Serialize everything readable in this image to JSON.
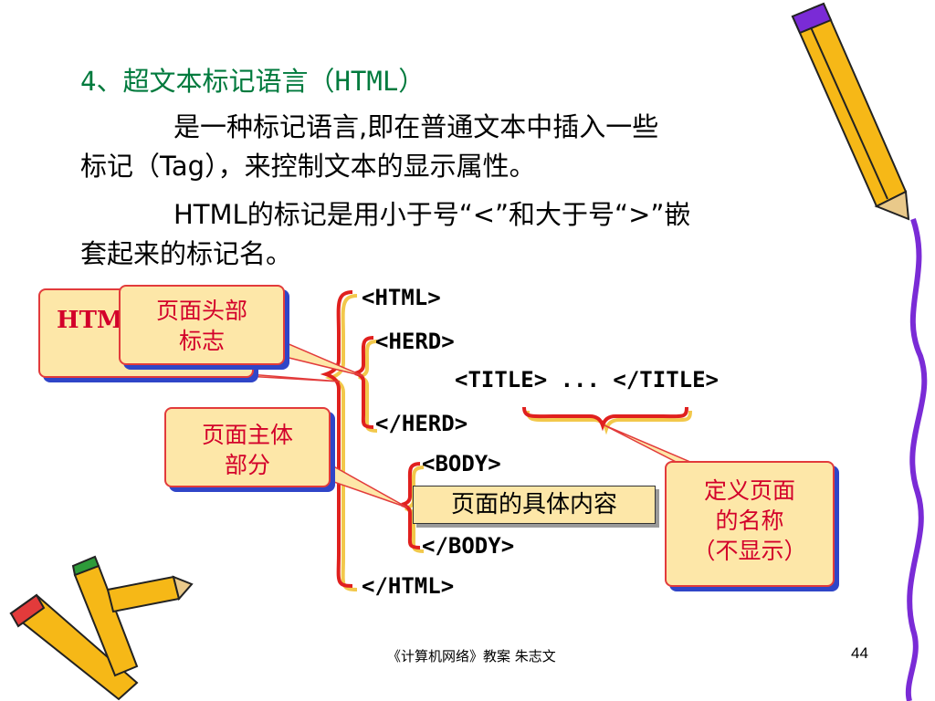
{
  "heading": "4、超文本标记语言（HTML）",
  "paragraph1": {
    "line1": "是一种标记语言,即在普通文本中插入一些",
    "line2": "标记（Tag），来控制文本的显示属性。"
  },
  "paragraph2": {
    "line1": "HTML的标记是用小于号“<”和大于号“>”嵌",
    "line2": "套起来的标记名。"
  },
  "code": {
    "html_open": "<HTML>",
    "head_open": "<HERD>",
    "title_line": "<TITLE> ... </TITLE>",
    "head_close": "</HERD>",
    "body_open": "<BODY>",
    "body_close": "</BODY>",
    "html_close": "</HTML>"
  },
  "callouts": {
    "html_partial": "HTM",
    "head": "页面头部\n标志",
    "body": "页面主体\n部分",
    "title": "定义页面\n的名称\n（不显示）"
  },
  "content_box": "页面的具体内容",
  "footer": {
    "text": "《计算机网络》教案   朱志文",
    "page": "44"
  },
  "colors": {
    "heading": "#007a3d",
    "callout_fill": "#fde7a8",
    "callout_border": "#e23b3b",
    "callout_shadow": "#2f45c8",
    "callout_text": "#d3002a",
    "bracket_red": "#e0201e",
    "bracket_yellow": "#f2c84b"
  }
}
